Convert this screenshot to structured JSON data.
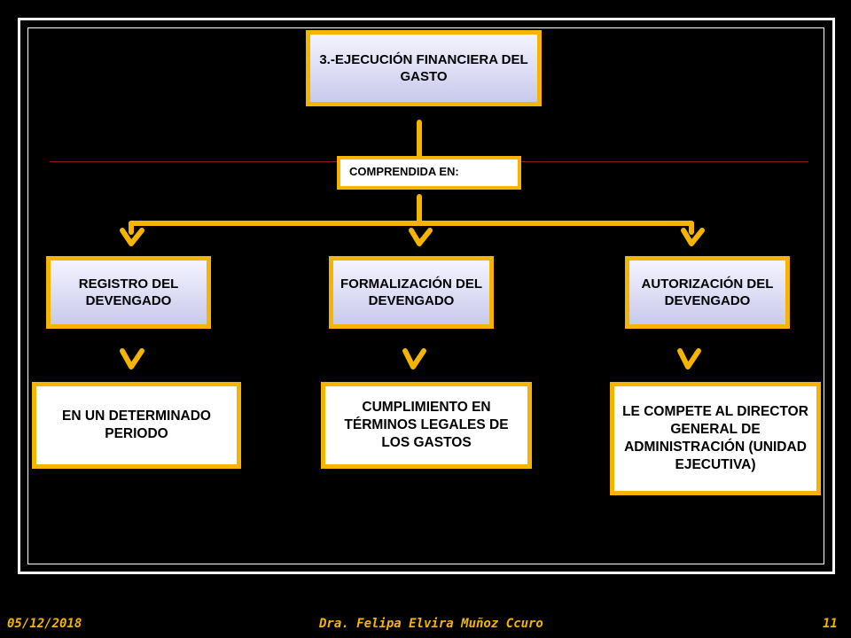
{
  "diagram": {
    "title": "3.-EJECUCIÓN FINANCIERA DEL GASTO",
    "label": "COMPRENDIDA EN:",
    "branches": [
      {
        "heading": "REGISTRO DEL DEVENGADO",
        "detail": "EN UN DETERMINADO PERIODO"
      },
      {
        "heading": "FORMALIZACIÓN DEL DEVENGADO",
        "detail": "CUMPLIMIENTO EN TÉRMINOS LEGALES DE LOS GASTOS"
      },
      {
        "heading": "AUTORIZACIÓN DEL DEVENGADO",
        "detail": "LE COMPETE AL DIRECTOR GENERAL DE ADMINISTRACIÓN (UNIDAD EJECUTIVA)"
      }
    ]
  },
  "footer": {
    "date": "05/12/2018",
    "author": "Dra. Felipa  Elvira Muñoz Ccuro",
    "page": "11"
  },
  "colors": {
    "accent": "#f5b400",
    "background": "#000000",
    "box_gradient_bottom": "#c9c9ec"
  }
}
